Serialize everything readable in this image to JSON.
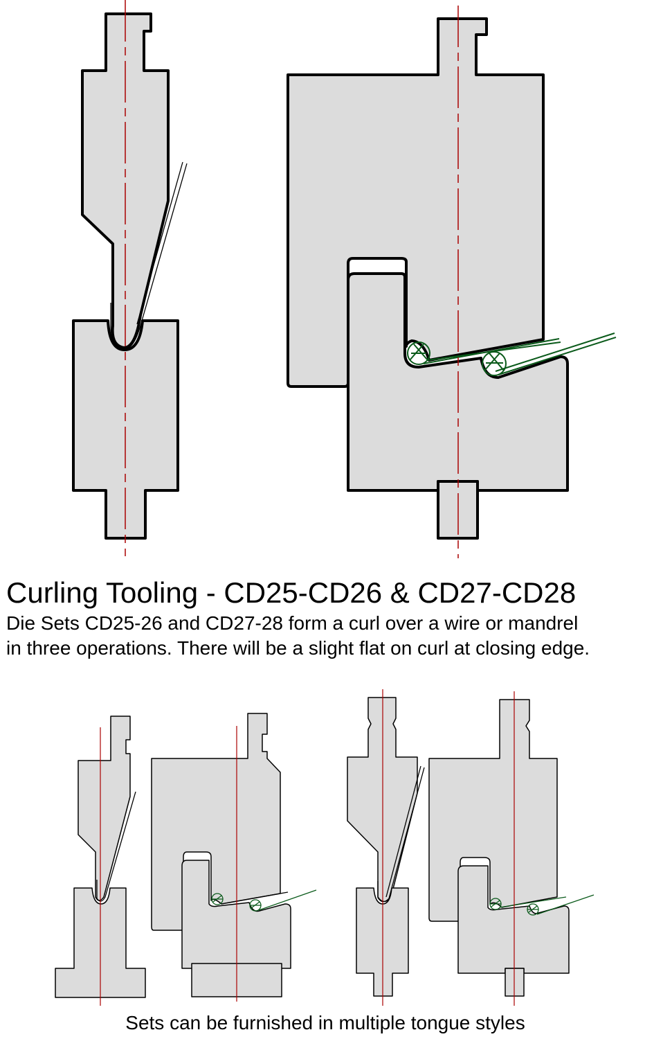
{
  "title": "Curling Tooling   -   CD25-CD26 & CD27-CD28",
  "description_line1": "Die Sets CD25-26 and CD27-28 form a curl over a wire or mandrel",
  "description_line2": "in three operations. There will be a slight flat on curl at closing edge.",
  "caption": "Sets can be furnished in multiple tongue styles",
  "colors": {
    "tool_fill": "#dcdcdc",
    "centerline": "#aa0000",
    "curl": "#0a5a1a"
  }
}
